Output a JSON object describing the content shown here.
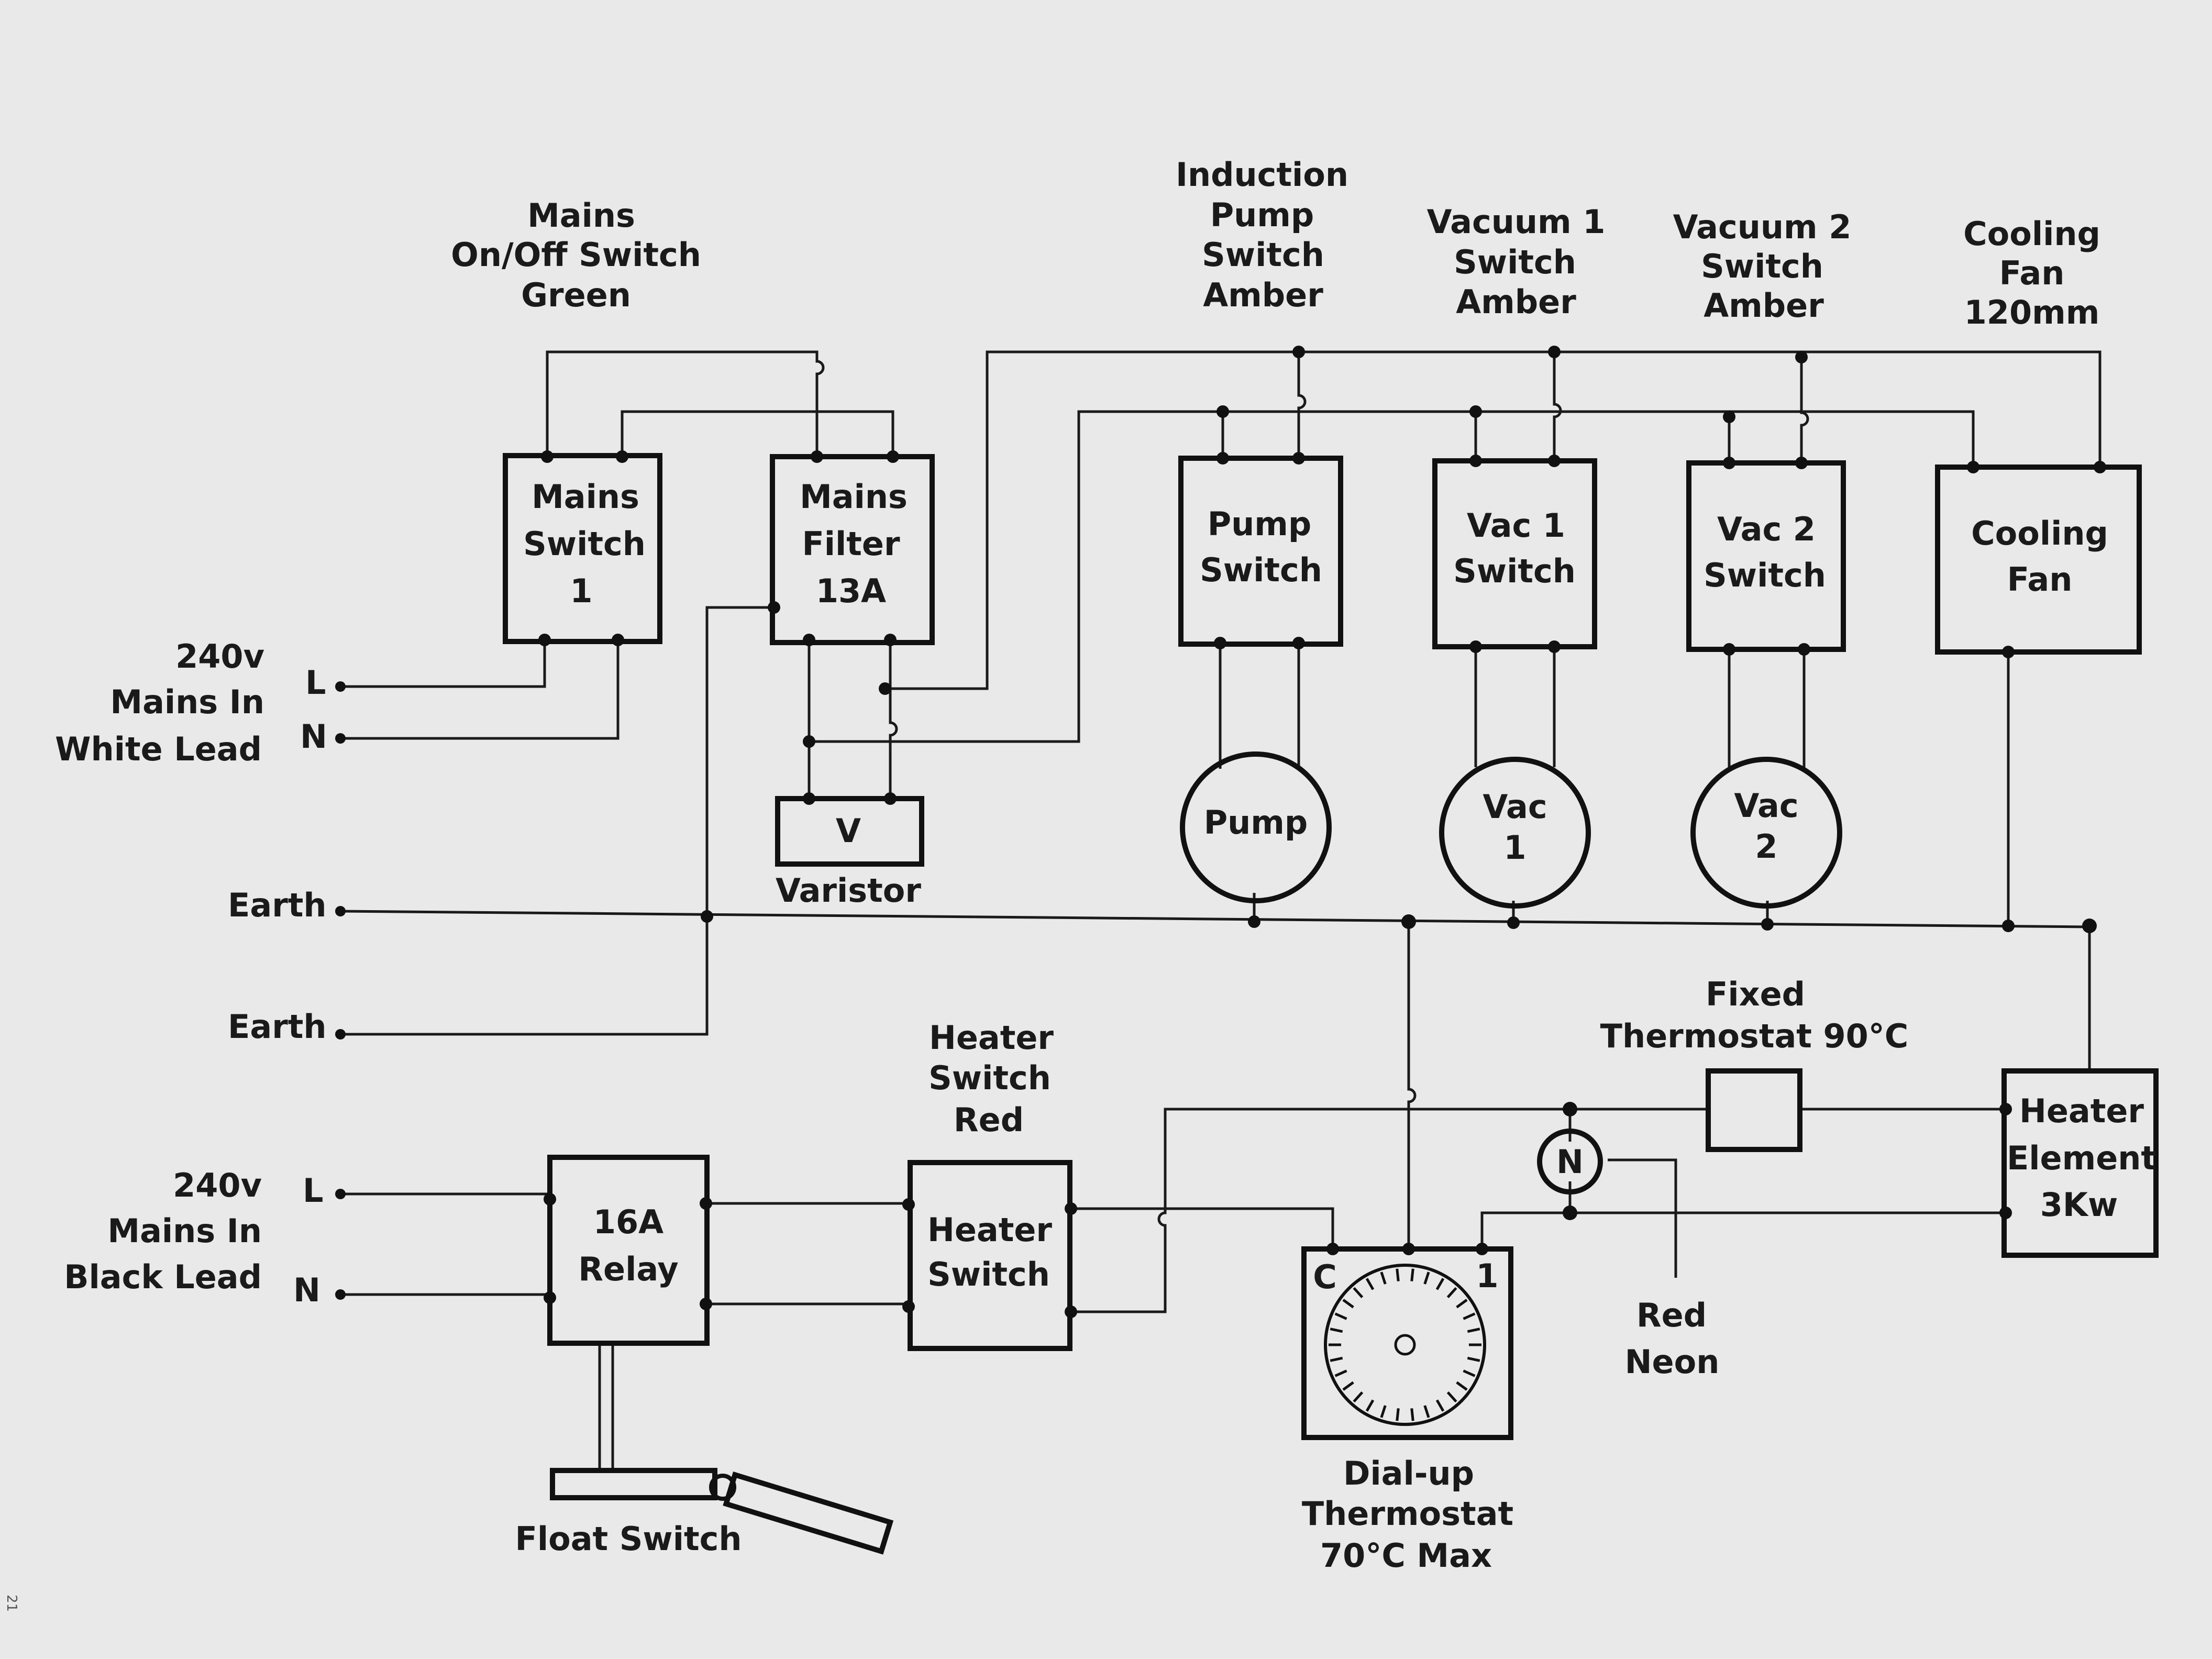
{
  "labels": {
    "mains_onoff": [
      "Mains",
      "On/Off Switch",
      "Green"
    ],
    "induction_pump": [
      "Induction",
      "Pump",
      "Switch",
      "Amber"
    ],
    "vacuum1": [
      "Vacuum 1",
      "Switch",
      "Amber"
    ],
    "vacuum2": [
      "Vacuum 2",
      "Switch",
      "Amber"
    ],
    "cooling_fan": [
      "Cooling",
      "Fan",
      "120mm"
    ],
    "white_lead": [
      "240v",
      "Mains In",
      "White Lead"
    ],
    "black_lead": [
      "240v",
      "Mains In",
      "Black Lead"
    ],
    "terminal_l": "L",
    "terminal_n": "N",
    "earth": "Earth",
    "varistor": "Varistor",
    "heater_switch_red": [
      "Heater",
      "Switch",
      "Red"
    ],
    "fixed_thermostat": [
      "Fixed",
      "Thermostat 90°C"
    ],
    "red_neon": [
      "Red",
      "Neon"
    ],
    "float_switch": "Float Switch",
    "dialup_thermostat": [
      "Dial-up",
      "Thermostat",
      "70°C Max"
    ]
  },
  "components": {
    "mains_switch": [
      "Mains",
      "Switch",
      "1"
    ],
    "mains_filter": [
      "Mains",
      "Filter",
      "13A"
    ],
    "varistor_symbol": "V",
    "pump_switch": [
      "Pump",
      "Switch"
    ],
    "vac1_switch": [
      "Vac 1",
      "Switch"
    ],
    "vac2_switch": [
      "Vac 2",
      "Switch"
    ],
    "cooling_fan_box": [
      "Cooling",
      "Fan"
    ],
    "pump_motor": "Pump",
    "vac1_motor": [
      "Vac",
      "1"
    ],
    "vac2_motor": [
      "Vac",
      "2"
    ],
    "relay": [
      "16A",
      "Relay"
    ],
    "heater_switch": [
      "Heater",
      "Switch"
    ],
    "neon_symbol": "N",
    "thermostat_c": "C",
    "thermostat_1": "1",
    "heater_element": [
      "Heater",
      "Element",
      "3Kw"
    ]
  },
  "margin_mark": "21"
}
